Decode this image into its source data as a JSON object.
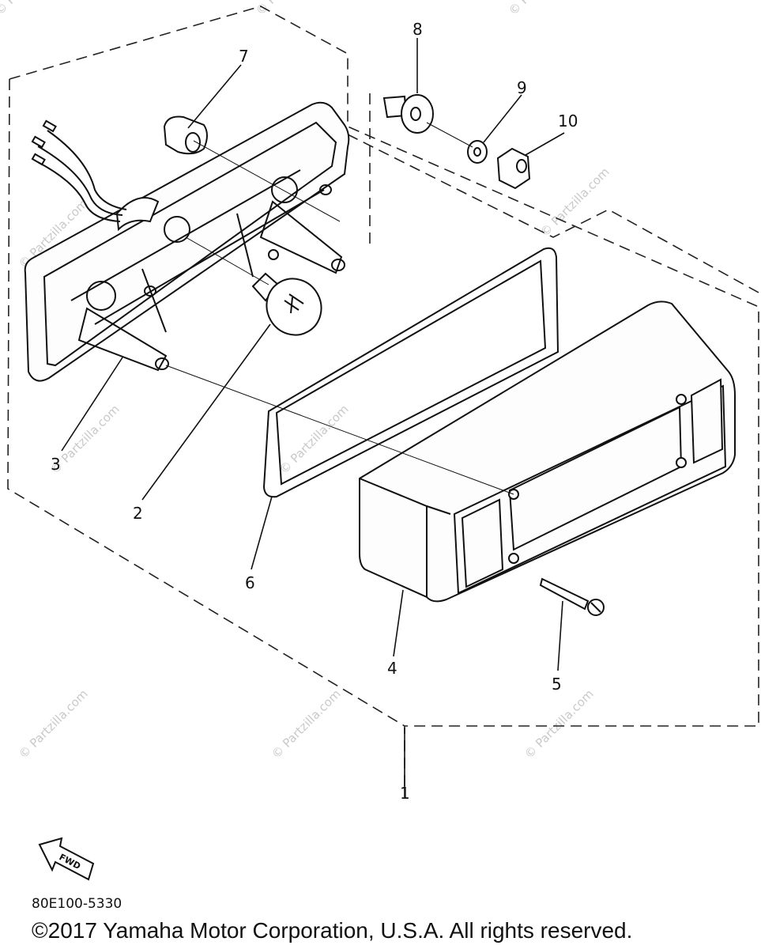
{
  "diagram": {
    "callouts": [
      {
        "id": "1",
        "label": "1"
      },
      {
        "id": "2",
        "label": "2"
      },
      {
        "id": "3",
        "label": "3"
      },
      {
        "id": "4",
        "label": "4"
      },
      {
        "id": "5",
        "label": "5"
      },
      {
        "id": "6",
        "label": "6"
      },
      {
        "id": "7",
        "label": "7"
      },
      {
        "id": "8",
        "label": "8"
      },
      {
        "id": "9",
        "label": "9"
      },
      {
        "id": "10",
        "label": "10"
      }
    ],
    "watermark_text": "© Partzilla.com",
    "direction_label": "FWD",
    "drawing_code": "80E100-5330",
    "copyright": "©2017 Yamaha Motor Corporation, U.S.A. All rights reserved."
  }
}
